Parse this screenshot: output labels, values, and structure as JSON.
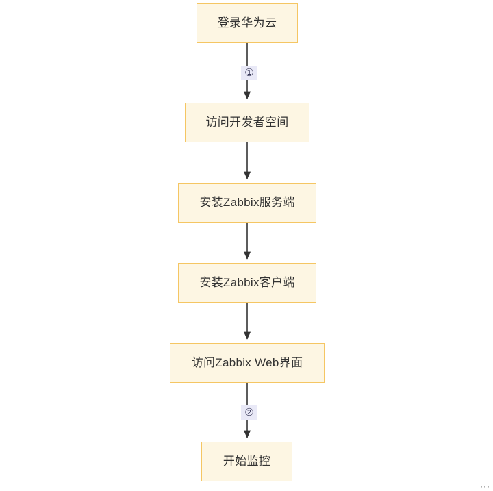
{
  "diagram": {
    "type": "flowchart",
    "orientation": "vertical",
    "background_color": "#ffffff",
    "node_fill_color": "#fdf6e3",
    "node_border_color": "#f5c663",
    "node_text_color": "#333333",
    "edge_color": "#333333",
    "badge_background_color": "#e9e9f7",
    "badge_text_color": "#3a3a5a",
    "nodes": [
      {
        "id": "login",
        "label": "登录华为云"
      },
      {
        "id": "devspace",
        "label": "访问开发者空间"
      },
      {
        "id": "server",
        "label": "安装Zabbix服务端"
      },
      {
        "id": "agent",
        "label": "安装Zabbix客户端"
      },
      {
        "id": "web",
        "label": "访问Zabbix Web界面"
      },
      {
        "id": "monitor",
        "label": "开始监控"
      }
    ],
    "edges": [
      {
        "from": "login",
        "to": "devspace",
        "label": "①"
      },
      {
        "from": "devspace",
        "to": "server",
        "label": ""
      },
      {
        "from": "server",
        "to": "agent",
        "label": ""
      },
      {
        "from": "agent",
        "to": "web",
        "label": ""
      },
      {
        "from": "web",
        "to": "monitor",
        "label": "②"
      }
    ]
  },
  "overflow": {
    "marker": "···"
  }
}
